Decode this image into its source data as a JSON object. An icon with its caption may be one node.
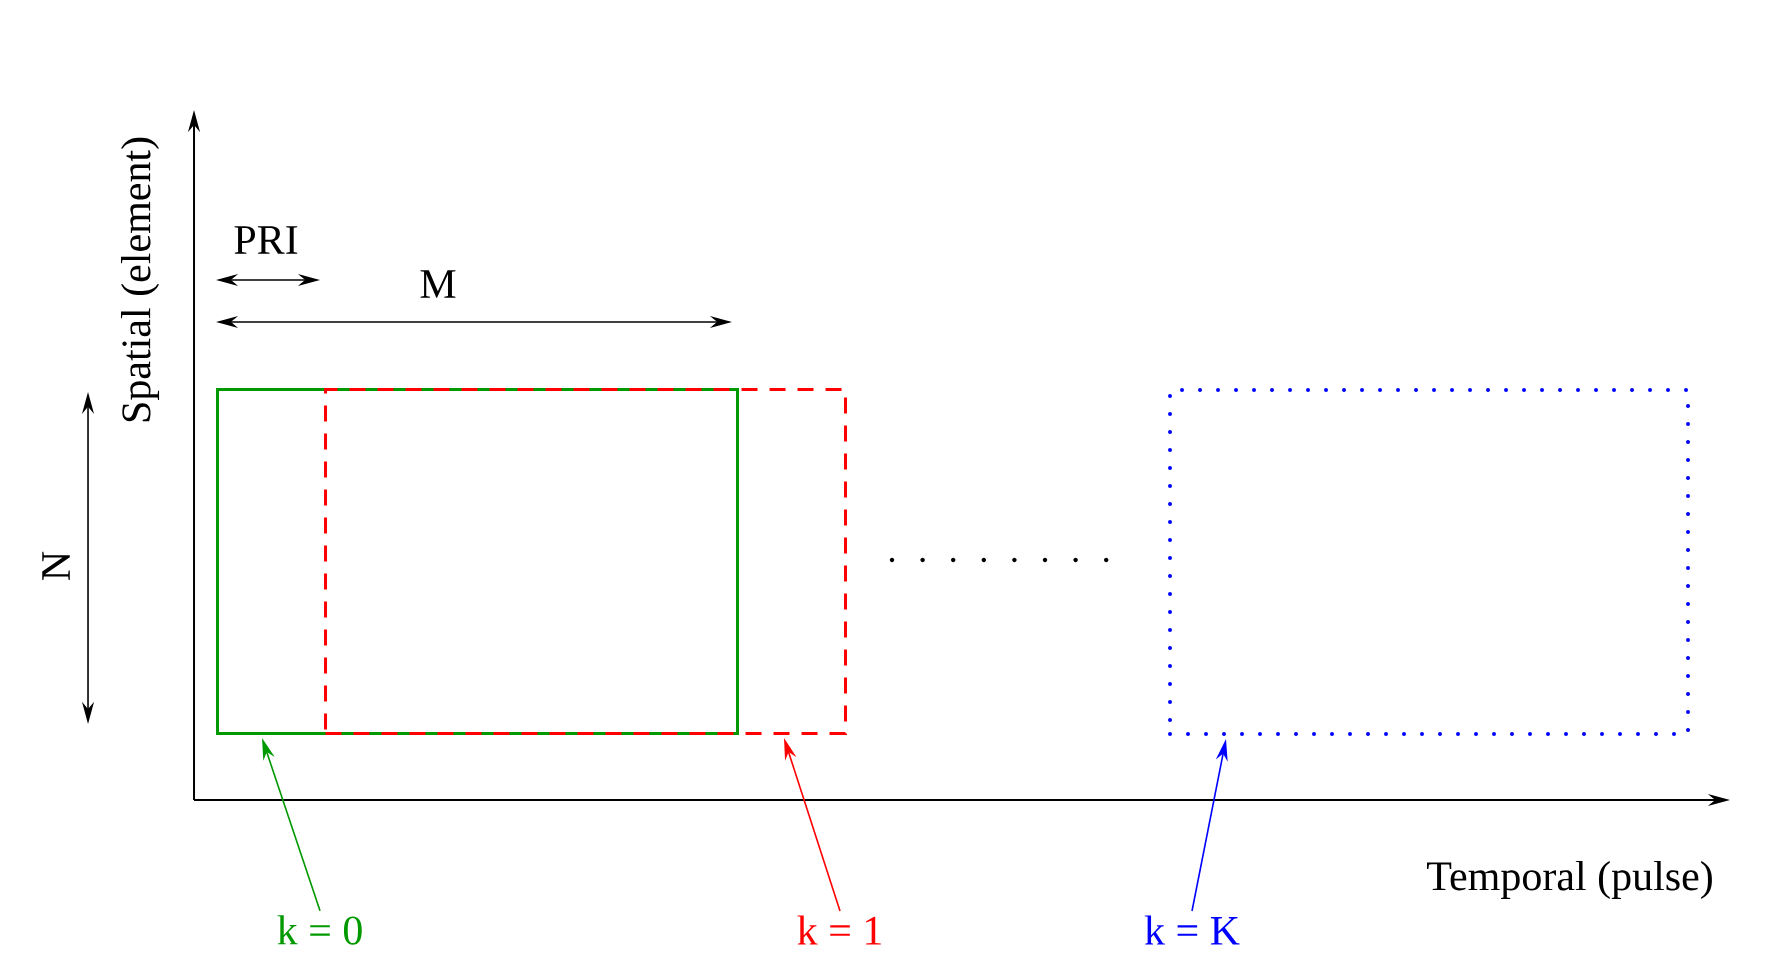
{
  "diagram": {
    "nodes": [
      {
        "text": [],
        "shape": "box"
      },
      {
        "text": [],
        "shape": "box"
      },
      {
        "text": [],
        "shape": "box"
      },
      {
        "text": [
          "k = 0"
        ]
      },
      {
        "text": [
          "k = 1"
        ]
      },
      {
        "text": [
          "k = K"
        ]
      }
    ],
    "edges": [
      {
        "from": 3,
        "to": 0,
        "arrow": "to",
        "color": "#009900"
      },
      {
        "from": 4,
        "to": 1,
        "arrow": "to",
        "color": "#ff0000"
      },
      {
        "from": 5,
        "to": 2,
        "arrow": "to",
        "color": "#0000ff"
      }
    ],
    "labels": [
      "Spatial (element)",
      "PRI",
      "M",
      "N",
      "Temporal (pulse)"
    ]
  }
}
